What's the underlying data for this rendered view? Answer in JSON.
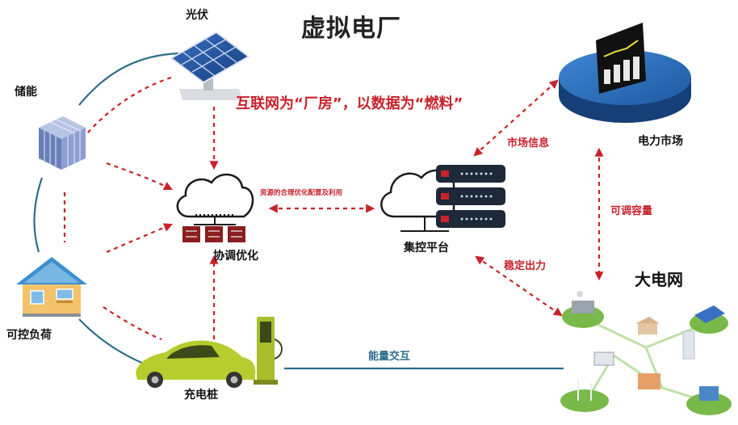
{
  "title": "虚拟电厂",
  "slogan": "互联网为“厂房”，以数据为“燃料”",
  "nodes": {
    "solar": "光伏",
    "storage": "储能",
    "load": "可控负荷",
    "ev": "充电桩",
    "optimize": "协调优化",
    "platform": "集控平台",
    "market": "电力市场",
    "grid": "大电网"
  },
  "edges": {
    "resource": "资源的合理优化配置及利用",
    "market_info": "市场信息",
    "adjustable": "可调容量",
    "stable": "稳定出力",
    "energy": "能量交互"
  },
  "colors": {
    "accent_red": "#c8222a",
    "teal_line": "#2d6d8a",
    "market_blue": "#1f5fa3"
  }
}
